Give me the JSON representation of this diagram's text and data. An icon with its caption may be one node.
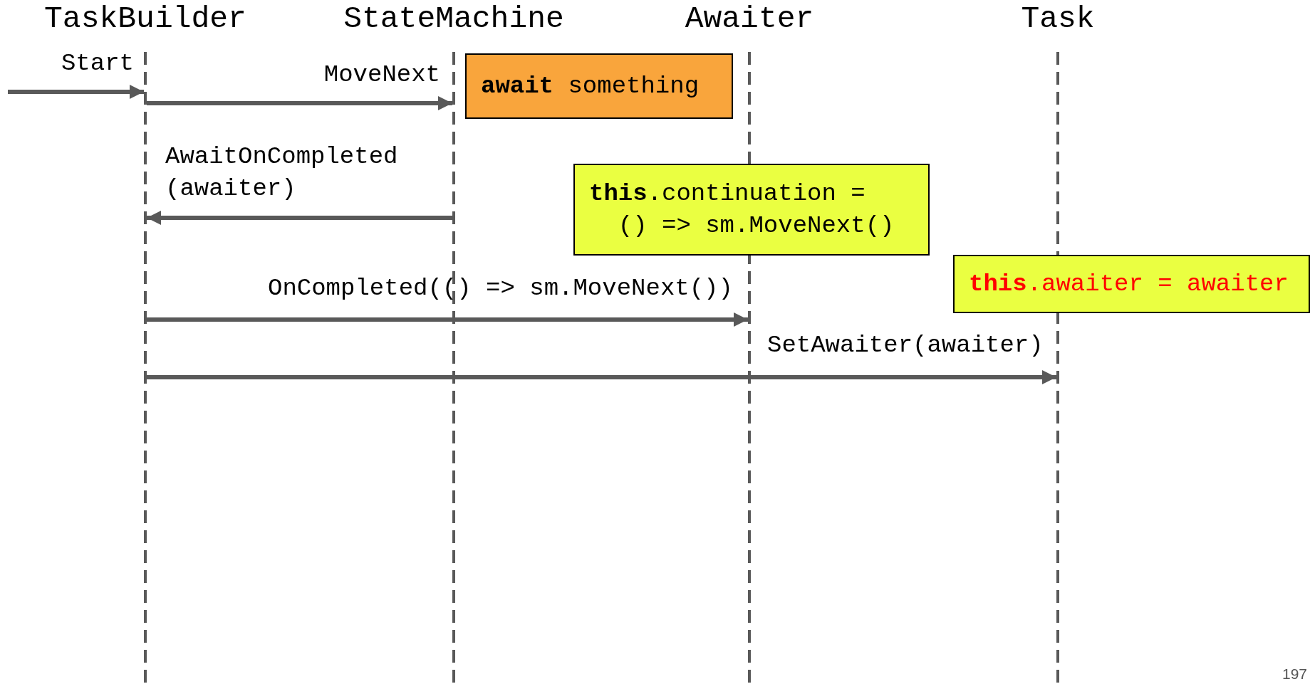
{
  "diagram": {
    "nodes": [
      {
        "text": [],
        "shape": "line",
        "beside": [
          "TaskBuilder"
        ]
      },
      {
        "text": [],
        "shape": "line",
        "beside": [
          "StateMachine"
        ]
      },
      {
        "text": [],
        "shape": "line",
        "beside": [
          "Awaiter"
        ]
      },
      {
        "text": [],
        "shape": "line",
        "beside": [
          "Task"
        ]
      },
      {
        "text": [
          "**await** something"
        ]
      },
      {
        "text": [
          "**this**.continuation = () => sm.MoveNext()"
        ]
      },
      {
        "text": [
          "**this**.awaiter = awaiter"
        ]
      }
    ],
    "edges": [
      {
        "from": null,
        "to": 0,
        "arrow": "to",
        "label": "Start"
      },
      {
        "from": 0,
        "to": 1,
        "arrow": "to",
        "label": "MoveNext"
      },
      {
        "from": 1,
        "to": 0,
        "arrow": "to",
        "label": "AwaitOnCompleted (awaiter)"
      },
      {
        "from": 0,
        "to": 2,
        "arrow": "to",
        "label": "OnCompleted(() => sm.MoveNext())"
      },
      {
        "from": 0,
        "to": 3,
        "arrow": "to",
        "label": "SetAwaiter(awaiter)"
      }
    ],
    "labels": [
      "197"
    ]
  }
}
